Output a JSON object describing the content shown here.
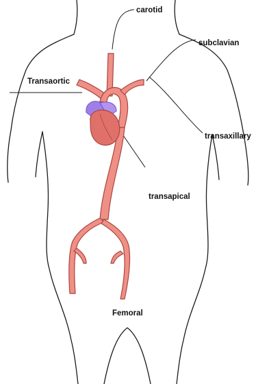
{
  "labels": {
    "carotid": "carotid",
    "subclavian": "subclavian",
    "transaortic": "Transaortic",
    "transaxillary": "transaxillary",
    "transapical": "transapical",
    "femoral": "Femoral"
  },
  "colors": {
    "outline": "#1a1a1a",
    "artery_fill": "#ef8f86",
    "artery_stroke": "#a8463f",
    "heart_fill": "#e0706a",
    "atrium_fill": "#9f7fe6",
    "atrium_stroke": "#6f4fcf"
  }
}
